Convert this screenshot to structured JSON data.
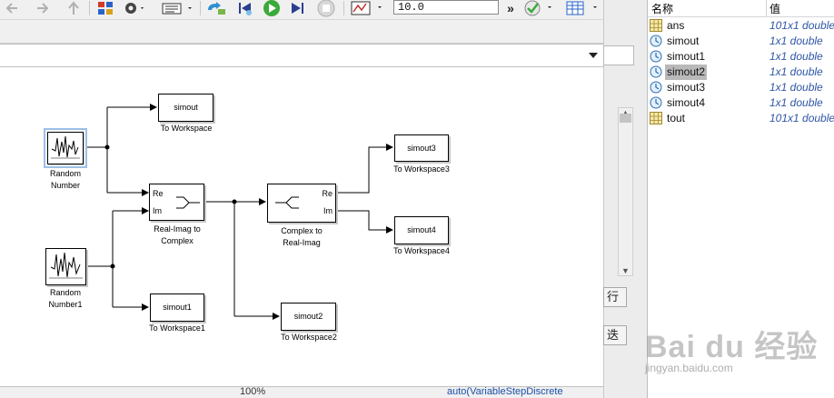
{
  "toolbar": {
    "stop_time": "10.0",
    "overflow": "»",
    "icons": [
      "back-arrow-icon",
      "forward-arrow-icon",
      "up-arrow-icon",
      "library-browser-icon",
      "gear-icon",
      "model-config-icon",
      "update-diagram-icon",
      "step-back-icon",
      "run-icon",
      "step-forward-icon",
      "stop-icon",
      "scope-icon",
      "check-icon",
      "grid-icon"
    ]
  },
  "background": {
    "button1_text": "行",
    "button2_text": "迭"
  },
  "status": {
    "zoom": "100%",
    "solver": "auto(VariableStepDiscrete"
  },
  "diagram": {
    "blocks": {
      "simout": {
        "text": "simout",
        "caption": "To Workspace"
      },
      "simout1": {
        "text": "simout1",
        "caption": "To Workspace1"
      },
      "simout2": {
        "text": "simout2",
        "caption": "To Workspace2"
      },
      "simout3": {
        "text": "simout3",
        "caption": "To Workspace3"
      },
      "simout4": {
        "text": "simout4",
        "caption": "To Workspace4"
      },
      "random": {
        "caption_line1": "Random",
        "caption_line2": "Number"
      },
      "random1": {
        "caption_line1": "Random",
        "caption_line2": "Number1"
      },
      "ri2c": {
        "port_re": "Re",
        "port_im": "Im",
        "caption_line1": "Real-Imag to",
        "caption_line2": "Complex"
      },
      "c2ri": {
        "port_re": "Re",
        "port_im": "Im",
        "caption_line1": "Complex to",
        "caption_line2": "Real-Imag"
      }
    }
  },
  "workspace": {
    "col_name": "名称",
    "col_value": "值",
    "rows": [
      {
        "name": "ans",
        "value": "101x1 double",
        "icon": "matrix-icon",
        "selected": false
      },
      {
        "name": "simout",
        "value": "1x1 double",
        "icon": "timeseries-icon",
        "selected": false
      },
      {
        "name": "simout1",
        "value": "1x1 double",
        "icon": "timeseries-icon",
        "selected": false
      },
      {
        "name": "simout2",
        "value": "1x1 double",
        "icon": "timeseries-icon",
        "selected": true
      },
      {
        "name": "simout3",
        "value": "1x1 double",
        "icon": "timeseries-icon",
        "selected": false
      },
      {
        "name": "simout4",
        "value": "1x1 double",
        "icon": "timeseries-icon",
        "selected": false
      },
      {
        "name": "tout",
        "value": "101x1 double",
        "icon": "matrix-icon",
        "selected": false
      }
    ]
  },
  "watermark": {
    "brand": "Bai du 经验",
    "url": "jingyan.baidu.com"
  }
}
